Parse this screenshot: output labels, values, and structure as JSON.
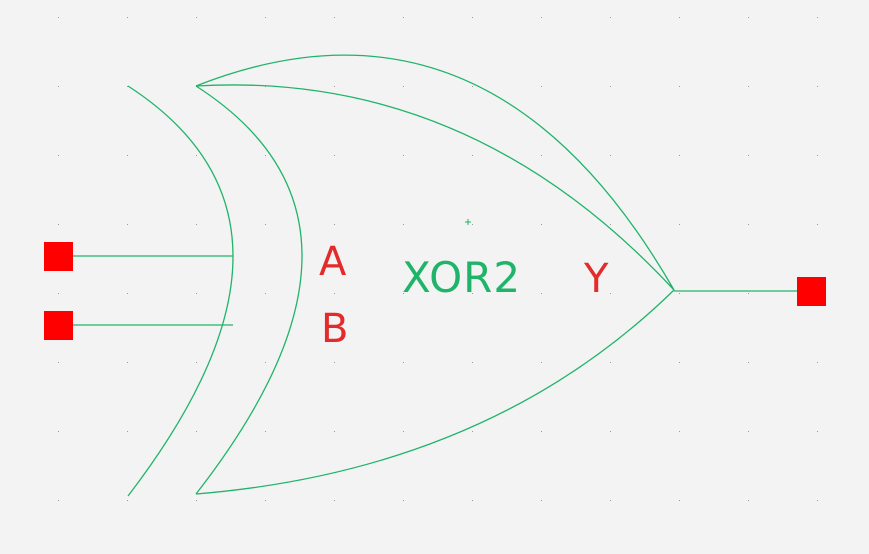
{
  "symbol": {
    "name": "XOR2",
    "inputs": [
      "A",
      "B"
    ],
    "output": "Y"
  },
  "colors": {
    "background": "#f3f3f3",
    "wire": "#20b46a",
    "pin": "#ff0000",
    "pin_label": "#e32b2b",
    "grid_dot": "#9a9a9a"
  }
}
